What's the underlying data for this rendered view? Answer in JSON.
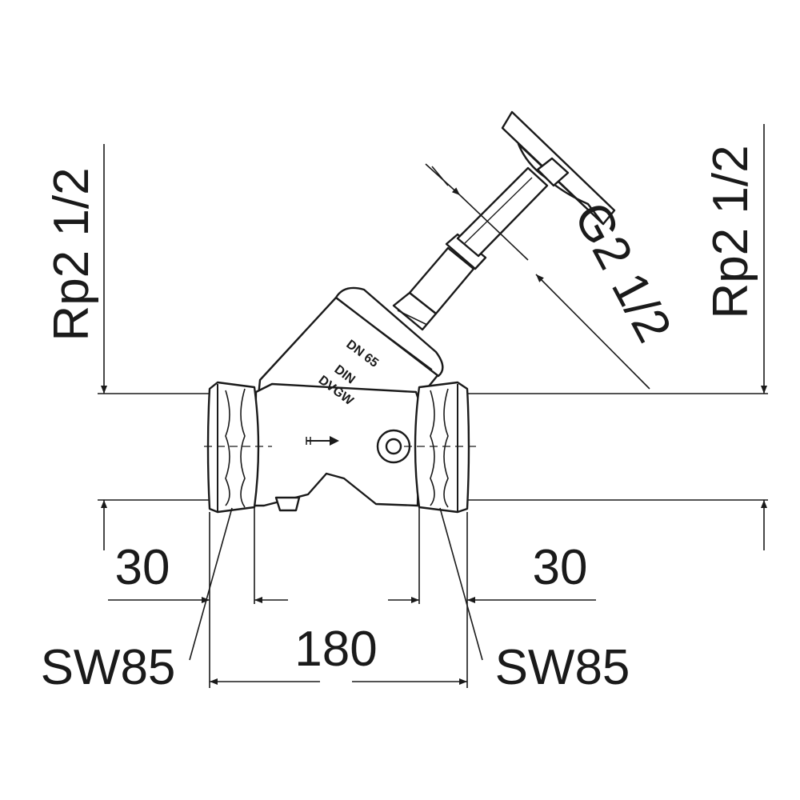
{
  "dimensions": {
    "left_thread": "Rp2 1/2",
    "right_thread": "Rp2 1/2",
    "stem_thread": "G2 1/2",
    "left_thread_length": "30",
    "right_thread_length": "30",
    "overall_length": "180",
    "left_wrench_size": "SW85",
    "right_wrench_size": "SW85"
  },
  "body_marking": {
    "line1": "DN 65",
    "line2": "DIN",
    "line3": "DVGW"
  },
  "icons": {
    "flow_direction": "flow-arrow-icon",
    "handwheel": "handwheel-icon"
  },
  "colors": {
    "line": "#1a1a1a",
    "background": "#ffffff"
  }
}
